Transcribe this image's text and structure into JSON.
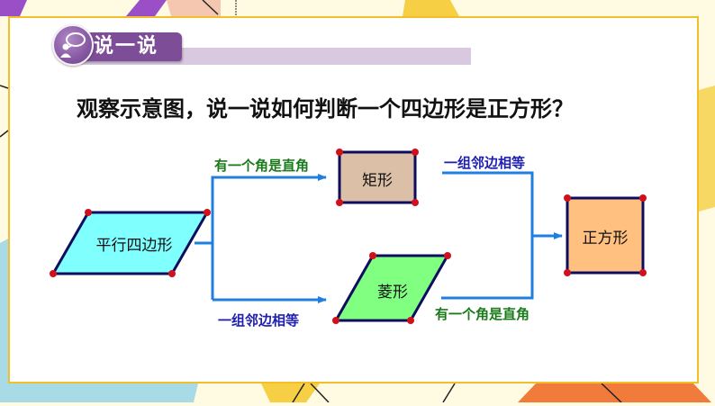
{
  "header": {
    "section_label": "说一说",
    "icon": "speech-bubble-person-icon"
  },
  "question": "观察示意图，说一说如何判断一个四边形是正方形？",
  "diagram": {
    "nodes": {
      "parallelogram": {
        "label": "平行四边形",
        "fill": "#80ffff"
      },
      "rectangle": {
        "label": "矩形",
        "fill": "#dbbfa6"
      },
      "rhombus": {
        "label": "菱形",
        "fill": "#80ff80"
      },
      "square": {
        "label": "正方形",
        "fill": "#ffc080"
      }
    },
    "edges": {
      "para_to_rect": {
        "label": "有一个角是直角",
        "color": "#1a7a1a"
      },
      "para_to_rhombus": {
        "label": "一组邻边相等",
        "color": "#1f1fb0"
      },
      "rect_to_square": {
        "label": "一组邻边相等",
        "color": "#1f1fb0"
      },
      "rhombus_to_square": {
        "label": "有一个角是直角",
        "color": "#1a7a1a"
      }
    },
    "arrow_color": "#1e7fe0",
    "outline_color": "#0d0d60",
    "vertex_color": "#d0101a"
  },
  "theme": {
    "panel_border": "#f2be2a",
    "header_purple": "#7d4d97",
    "header_bar": "#d8c9e1"
  }
}
